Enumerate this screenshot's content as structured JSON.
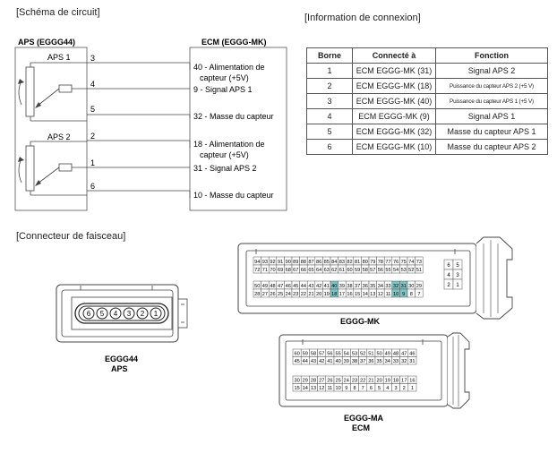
{
  "headers": {
    "circuit": "[Schéma de circuit]",
    "info": "[Information de connexion]",
    "harness": "[Connecteur de faisceau]"
  },
  "circuit": {
    "aps_label": "APS (EGGG44)",
    "ecm_label": "ECM (EGGG-MK)",
    "sensor1": "APS 1",
    "sensor2": "APS 2",
    "wires": [
      {
        "pin": "3",
        "ecm_pin": "40",
        "ecm_line1": "40 - Alimentation de",
        "ecm_line2": "capteur (+5V)"
      },
      {
        "pin": "4",
        "ecm_pin": "9",
        "ecm_line1": "9 - Signal APS 1",
        "ecm_line2": ""
      },
      {
        "pin": "5",
        "ecm_pin": "32",
        "ecm_line1": "32 - Masse du capteur",
        "ecm_line2": ""
      },
      {
        "pin": "2",
        "ecm_pin": "18",
        "ecm_line1": "18 - Alimentation de",
        "ecm_line2": "capteur (+5V)"
      },
      {
        "pin": "1",
        "ecm_pin": "31",
        "ecm_line1": "31 - Signal APS 2",
        "ecm_line2": ""
      },
      {
        "pin": "6",
        "ecm_pin": "10",
        "ecm_line1": "10 - Masse du capteur",
        "ecm_line2": ""
      }
    ]
  },
  "table": {
    "headers": [
      "Borne",
      "Connecté à",
      "Fonction"
    ],
    "rows": [
      [
        "1",
        "ECM EGGG-MK (31)",
        "Signal APS 2"
      ],
      [
        "2",
        "ECM EGGG-MK (18)",
        "Puissance du capteur APS 2 (+5 V)"
      ],
      [
        "3",
        "ECM EGGG-MK (40)",
        "Puissance du capteur APS 1 (+5 V)"
      ],
      [
        "4",
        "ECM EGGG-MK (9)",
        "Signal APS 1"
      ],
      [
        "5",
        "ECM EGGG-MK (32)",
        "Masse du capteur APS 1"
      ],
      [
        "6",
        "ECM EGGG-MK (10)",
        "Masse du capteur APS 2"
      ]
    ]
  },
  "connectors": {
    "eggg44": {
      "name": "EGGG44",
      "sub": "APS",
      "pins": [
        "6",
        "5",
        "4",
        "3",
        "2",
        "1"
      ]
    },
    "mk": {
      "name": "EGGG-MK",
      "row1": [
        "94",
        "93",
        "92",
        "91",
        "90",
        "89",
        "88",
        "87",
        "86",
        "85",
        "84",
        "83",
        "82",
        "81",
        "80",
        "79",
        "78",
        "77",
        "76",
        "75",
        "74",
        "73"
      ],
      "row2": [
        "72",
        "71",
        "70",
        "69",
        "68",
        "67",
        "66",
        "65",
        "64",
        "63",
        "62",
        "61",
        "60",
        "59",
        "58",
        "57",
        "56",
        "55",
        "54",
        "53",
        "52",
        "51"
      ],
      "row3": [
        "50",
        "49",
        "48",
        "47",
        "46",
        "45",
        "44",
        "43",
        "42",
        "41",
        "40",
        "39",
        "38",
        "37",
        "36",
        "35",
        "34",
        "33",
        "32",
        "31",
        "30",
        "29"
      ],
      "row4": [
        "28",
        "27",
        "26",
        "25",
        "24",
        "23",
        "22",
        "21",
        "20",
        "19",
        "18",
        "17",
        "16",
        "15",
        "14",
        "13",
        "12",
        "11",
        "10",
        "9",
        "8",
        "7"
      ],
      "side": [
        "6",
        "5",
        "4",
        "3",
        "2",
        "1"
      ],
      "highlight": [
        "40",
        "32",
        "31",
        "18",
        "10",
        "9"
      ],
      "highlight_color": "#7fc4c4"
    },
    "ma": {
      "name": "EGGG-MA",
      "sub": "ECM",
      "row1": [
        "60",
        "59",
        "58",
        "57",
        "56",
        "55",
        "54",
        "53",
        "52",
        "51",
        "50",
        "49",
        "48",
        "47",
        "46"
      ],
      "row2": [
        "45",
        "44",
        "43",
        "42",
        "41",
        "40",
        "39",
        "38",
        "37",
        "36",
        "35",
        "34",
        "33",
        "32",
        "31"
      ],
      "row3": [
        "30",
        "29",
        "28",
        "27",
        "26",
        "25",
        "24",
        "23",
        "22",
        "21",
        "20",
        "19",
        "18",
        "17",
        "16"
      ],
      "row4": [
        "15",
        "14",
        "13",
        "12",
        "11",
        "10",
        "9",
        "8",
        "7",
        "6",
        "5",
        "4",
        "3",
        "2",
        "1"
      ]
    }
  }
}
